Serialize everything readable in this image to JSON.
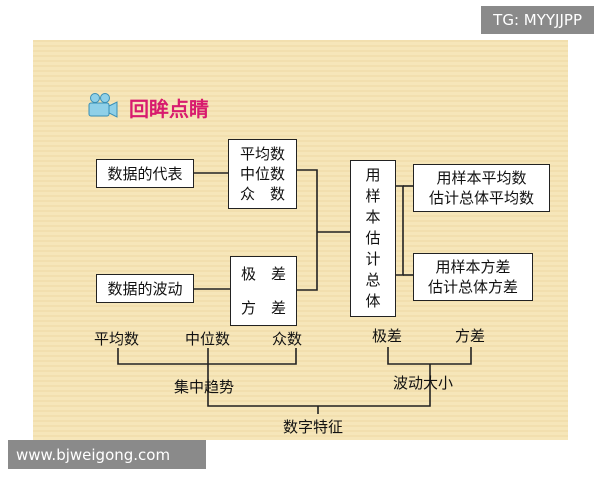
{
  "watermark_top": "TG: MYYJJPP",
  "watermark_bottom": "www.bjweigong.com",
  "heading": "回眸点睛",
  "icons": {
    "heading": "video-camera-icon"
  },
  "colors": {
    "heading": "#d81b6e",
    "panel": "#f5e4b5"
  },
  "boxes": {
    "representative": "数据的代表",
    "fluctuation": "数据的波动",
    "mean_median_mode": [
      "平均数",
      "中位数",
      "众　数"
    ],
    "range_variance": [
      "极　差",
      "方　差"
    ],
    "sample_estimate": [
      "用",
      "样",
      "本",
      "估",
      "计",
      "总",
      "体"
    ],
    "estimate_mean": [
      "用样本平均数",
      "估计总体平均数"
    ],
    "estimate_variance": [
      "用样本方差",
      "估计总体方差"
    ]
  },
  "bottom": {
    "mean": "平均数",
    "median": "中位数",
    "mode": "众数",
    "range": "极差",
    "variance": "方差",
    "central_tendency": "集中趋势",
    "fluctuation_size": "波动大小",
    "numerical_features": "数字特征"
  }
}
